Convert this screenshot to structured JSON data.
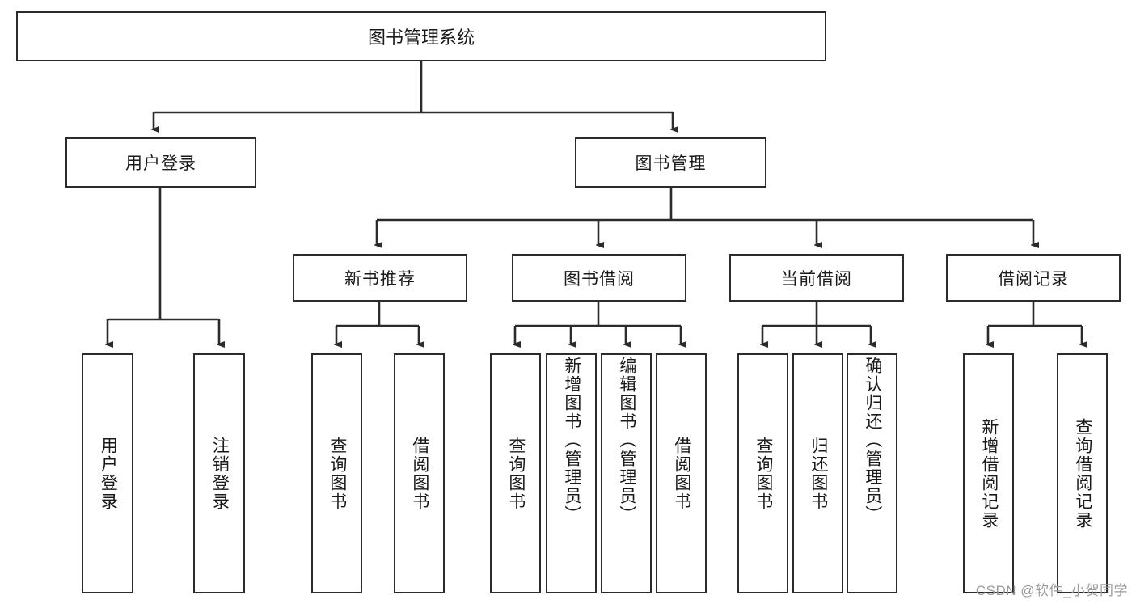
{
  "diagram": {
    "title": "图书管理系统",
    "type": "tree-hierarchy-diagram",
    "colors": {
      "stroke": "#2b2b2b",
      "fill": "#ffffff",
      "text": "#1a1a1a",
      "watermark": "#9a9a9a"
    },
    "root": {
      "label": "图书管理系统"
    },
    "level2": [
      {
        "label": "用户登录"
      },
      {
        "label": "图书管理"
      }
    ],
    "level3": [
      {
        "label": "新书推荐"
      },
      {
        "label": "图书借阅"
      },
      {
        "label": "当前借阅"
      },
      {
        "label": "借阅记录"
      }
    ],
    "leaves": [
      {
        "label": "用户登录",
        "parent": "用户登录"
      },
      {
        "label": "注销登录",
        "parent": "用户登录"
      },
      {
        "label": "查询图书",
        "parent": "新书推荐"
      },
      {
        "label": "借阅图书",
        "parent": "新书推荐"
      },
      {
        "label": "查询图书",
        "parent": "图书借阅"
      },
      {
        "label": "新增图书（管理员）",
        "parent": "图书借阅"
      },
      {
        "label": "编辑图书（管理员）",
        "parent": "图书借阅"
      },
      {
        "label": "借阅图书",
        "parent": "图书借阅"
      },
      {
        "label": "查询图书",
        "parent": "当前借阅"
      },
      {
        "label": "归还图书",
        "parent": "当前借阅"
      },
      {
        "label": "确认归还（管理员）",
        "parent": "当前借阅"
      },
      {
        "label": "新增借阅记录",
        "parent": "借阅记录"
      },
      {
        "label": "查询借阅记录",
        "parent": "借阅记录"
      }
    ],
    "watermark": "CSDN @软件_小贺同学"
  }
}
